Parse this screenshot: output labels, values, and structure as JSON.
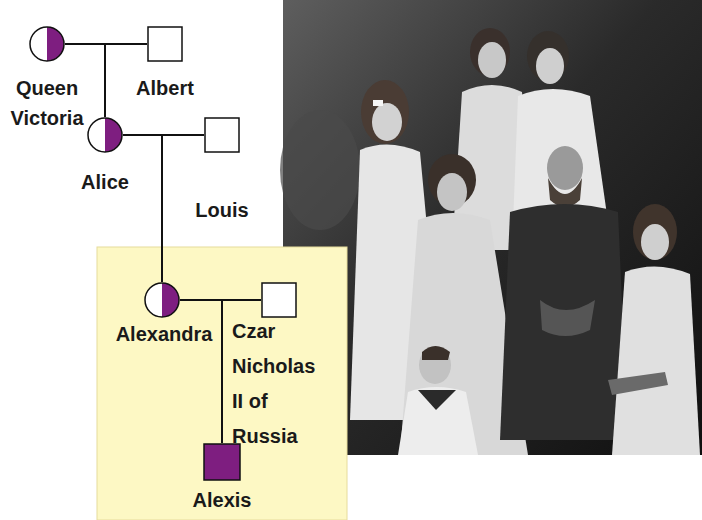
{
  "diagram": {
    "nodes": [
      {
        "text": [
          "Queen Victoria"
        ]
      },
      {
        "text": [
          "Albert"
        ]
      },
      {
        "text": [
          "Alice"
        ]
      },
      {
        "text": [
          "Louis"
        ]
      },
      {
        "text": [
          "Alexandra"
        ]
      },
      {
        "text": [
          "Czar Nicholas II of Russia"
        ]
      },
      {
        "text": [
          "Alexis"
        ]
      }
    ],
    "edges": [
      {
        "from": 0,
        "to": 1,
        "arrow": "none"
      },
      {
        "from": 0,
        "to": 2,
        "arrow": "none"
      },
      {
        "from": 1,
        "to": 2,
        "arrow": "none"
      },
      {
        "from": 2,
        "to": 3,
        "arrow": "none"
      },
      {
        "from": 2,
        "to": 4,
        "arrow": "none"
      },
      {
        "from": 3,
        "to": 4,
        "arrow": "none"
      },
      {
        "from": 4,
        "to": 5,
        "arrow": "none"
      },
      {
        "from": 4,
        "to": 6,
        "arrow": "none"
      },
      {
        "from": 5,
        "to": 6,
        "arrow": "none"
      }
    ]
  }
}
